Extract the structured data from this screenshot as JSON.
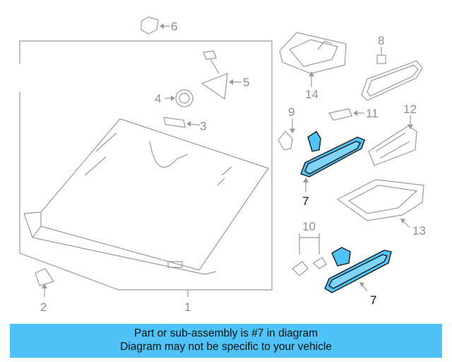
{
  "diagram": {
    "callouts": [
      {
        "id": "1",
        "label": "1"
      },
      {
        "id": "2",
        "label": "2"
      },
      {
        "id": "3",
        "label": "3"
      },
      {
        "id": "4",
        "label": "4"
      },
      {
        "id": "5",
        "label": "5"
      },
      {
        "id": "6",
        "label": "6"
      },
      {
        "id": "7a",
        "label": "7"
      },
      {
        "id": "7b",
        "label": "7"
      },
      {
        "id": "8",
        "label": "8"
      },
      {
        "id": "9",
        "label": "9"
      },
      {
        "id": "10",
        "label": "10"
      },
      {
        "id": "11",
        "label": "11"
      },
      {
        "id": "12",
        "label": "12"
      },
      {
        "id": "13",
        "label": "13"
      },
      {
        "id": "14",
        "label": "14"
      }
    ],
    "highlight_part": "7",
    "colors": {
      "highlight": "#4fc3f7",
      "line": "#9a9a9a",
      "banner": "#4fc3f7"
    }
  },
  "banner": {
    "line1": "Part or sub-assembly is #7 in diagram",
    "line2": "Diagram may not be specific to your vehicle"
  }
}
